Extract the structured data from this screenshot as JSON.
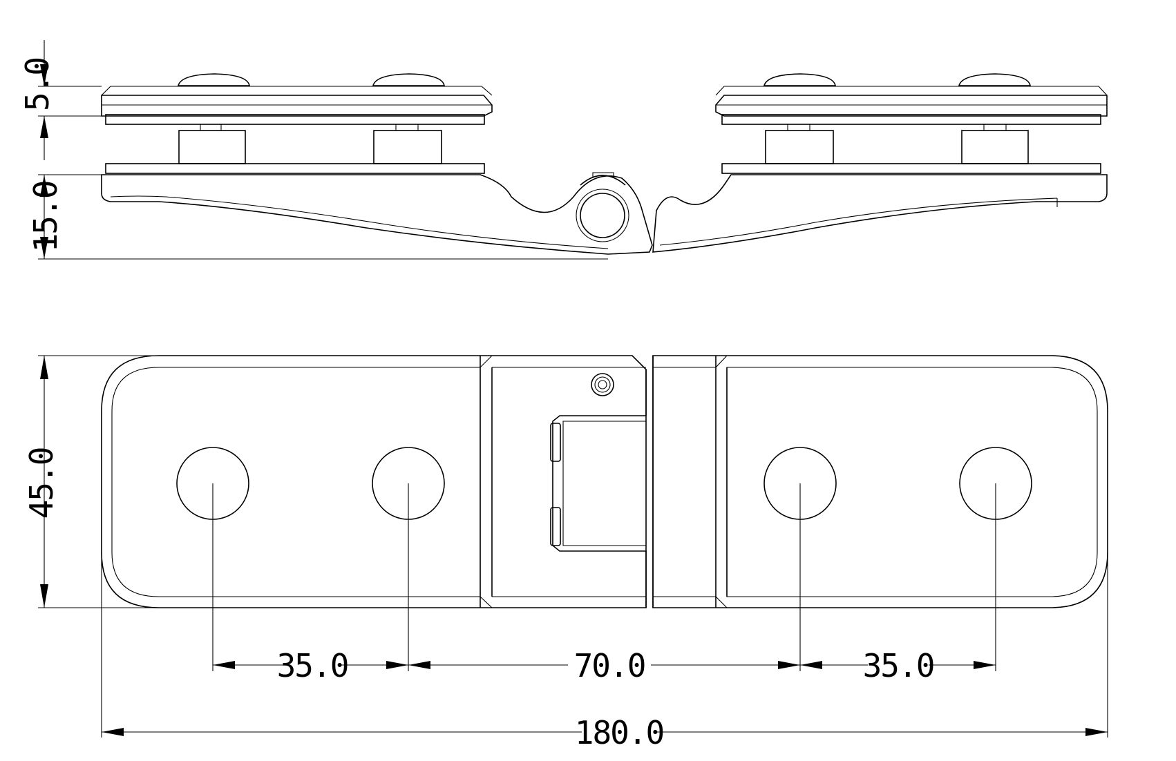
{
  "dimensions": {
    "plate_thickness": "5.0",
    "body_height": "15.0",
    "width": "45.0",
    "hole_spacing_left": "35.0",
    "hole_spacing_center": "70.0",
    "hole_spacing_right": "35.0",
    "overall_length": "180.0"
  },
  "colors": {
    "line": "#000000",
    "background": "#ffffff"
  }
}
